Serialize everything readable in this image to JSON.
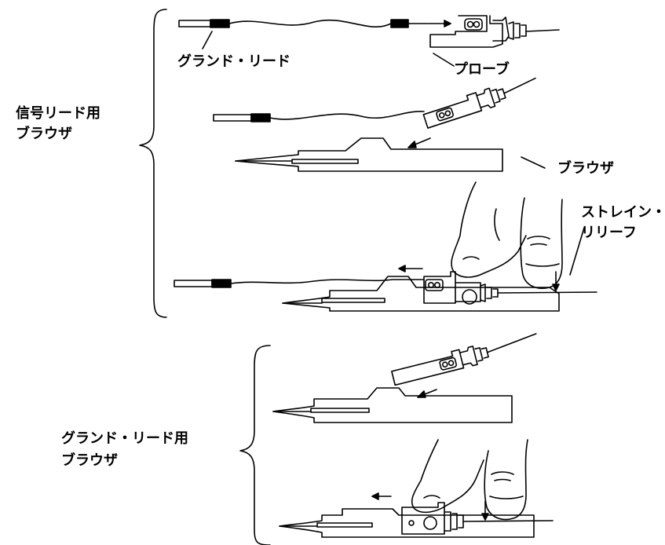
{
  "labels": {
    "ground_lead": "グランド・リード",
    "probe": "プローブ",
    "signal_lead_browser_1": "信号リード用",
    "signal_lead_browser_2": "ブラウザ",
    "browser": "ブラウザ",
    "strain_relief_1": "ストレイン・",
    "strain_relief_2": "リリーフ",
    "ground_lead_browser_1": "グランド・リード用",
    "ground_lead_browser_2": "ブラウザ"
  }
}
